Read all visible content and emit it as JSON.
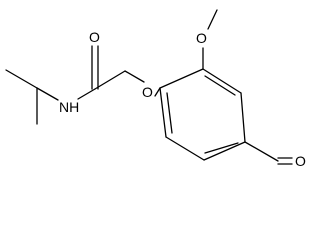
{
  "molecule": {
    "atoms": {
      "carbonyl_oxygen": "O",
      "amide_nitrogen": "NH",
      "ether_oxygen": "O",
      "methoxy_oxygen": "O",
      "aldehyde_oxygen": "O"
    },
    "colors": {
      "bond": "#000000",
      "label": "#000000",
      "background": "#ffffff"
    }
  }
}
